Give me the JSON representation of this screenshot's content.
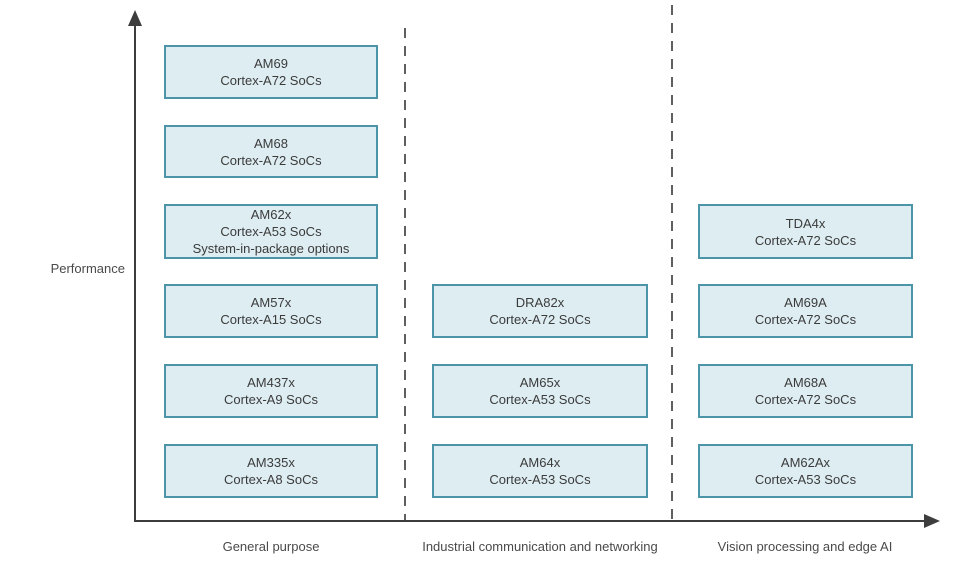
{
  "diagram": {
    "y_axis_label": "Performance",
    "columns": [
      {
        "label": "General purpose",
        "boxes": [
          {
            "name": "AM69",
            "desc": "Cortex-A72 SoCs"
          },
          {
            "name": "AM68",
            "desc": "Cortex-A72 SoCs"
          },
          {
            "name": "AM62x",
            "desc": "Cortex-A53 SoCs",
            "extra": "System-in-package options"
          },
          {
            "name": "AM57x",
            "desc": "Cortex-A15 SoCs"
          },
          {
            "name": "AM437x",
            "desc": "Cortex-A9 SoCs"
          },
          {
            "name": "AM335x",
            "desc": "Cortex-A8 SoCs"
          }
        ]
      },
      {
        "label": "Industrial communication and networking",
        "boxes": [
          {
            "name": "DRA82x",
            "desc": "Cortex-A72 SoCs"
          },
          {
            "name": "AM65x",
            "desc": "Cortex-A53 SoCs"
          },
          {
            "name": "AM64x",
            "desc": "Cortex-A53 SoCs"
          }
        ]
      },
      {
        "label": "Vision processing and edge AI",
        "boxes": [
          {
            "name": "TDA4x",
            "desc": "Cortex-A72 SoCs"
          },
          {
            "name": "AM69A",
            "desc": "Cortex-A72 SoCs"
          },
          {
            "name": "AM68A",
            "desc": "Cortex-A72 SoCs"
          },
          {
            "name": "AM62Ax",
            "desc": "Cortex-A53 SoCs"
          }
        ]
      }
    ]
  },
  "colors": {
    "box_fill": "#ddedf2",
    "box_border": "#4c94a8",
    "axis": "#3d3d3d",
    "divider": "#5f5f5f",
    "box_text": "#3b3b3b",
    "label_text": "#4a4a4a"
  }
}
